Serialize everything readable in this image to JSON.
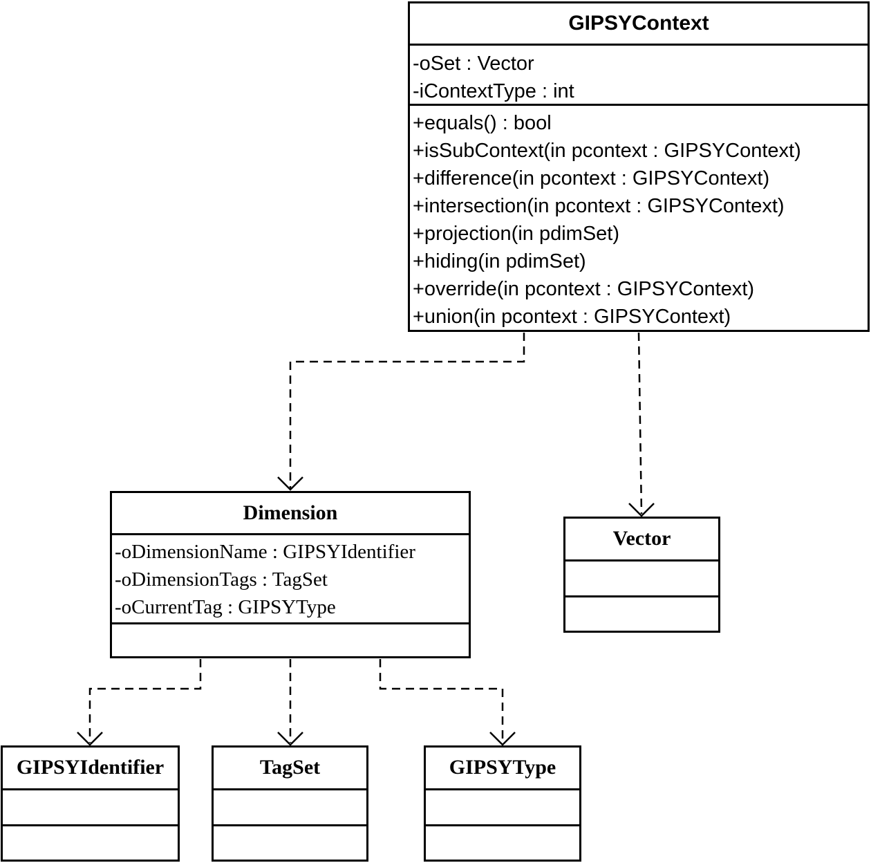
{
  "classes": {
    "gipsy_context": {
      "name": "GIPSYContext",
      "attributes": [
        "-oSet : Vector",
        "-iContextType : int"
      ],
      "operations": [
        "+equals() : bool",
        "+isSubContext(in pcontext : GIPSYContext)",
        "+difference(in pcontext : GIPSYContext)",
        "+intersection(in pcontext : GIPSYContext)",
        "+projection(in pdimSet)",
        "+hiding(in pdimSet)",
        "+override(in pcontext : GIPSYContext)",
        "+union(in pcontext : GIPSYContext)"
      ]
    },
    "dimension": {
      "name": "Dimension",
      "attributes": [
        "-oDimensionName : GIPSYIdentifier",
        "-oDimensionTags : TagSet",
        "-oCurrentTag : GIPSYType"
      ],
      "operations": []
    },
    "vector": {
      "name": "Vector",
      "attributes": [],
      "operations": []
    },
    "gipsy_identifier": {
      "name": "GIPSYIdentifier",
      "attributes": [],
      "operations": []
    },
    "tag_set": {
      "name": "TagSet",
      "attributes": [],
      "operations": []
    },
    "gipsy_type": {
      "name": "GIPSYType",
      "attributes": [],
      "operations": []
    }
  },
  "dependencies": [
    {
      "from": "GIPSYContext",
      "to": "Dimension",
      "style": "dashed-open-arrow"
    },
    {
      "from": "GIPSYContext",
      "to": "Vector",
      "style": "dashed-open-arrow"
    },
    {
      "from": "Dimension",
      "to": "GIPSYIdentifier",
      "style": "dashed-open-arrow"
    },
    {
      "from": "Dimension",
      "to": "TagSet",
      "style": "dashed-open-arrow"
    },
    {
      "from": "Dimension",
      "to": "GIPSYType",
      "style": "dashed-open-arrow"
    }
  ],
  "colors": {
    "line": "#000000",
    "background": "#ffffff"
  }
}
